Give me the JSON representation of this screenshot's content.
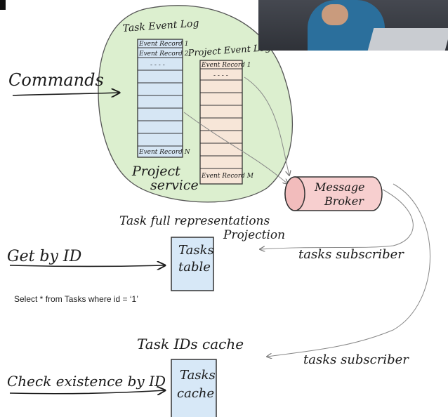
{
  "labels": {
    "task_event_log": "Task Event Log",
    "project_event_log": "Project Event Log",
    "commands": "Commands",
    "project_service_line1": "Project",
    "project_service_line2": "service",
    "message_broker_line1": "Message",
    "message_broker_line2": "Broker",
    "task_full_rep": "Task full representations",
    "projection": "Projection",
    "get_by_id": "Get by ID",
    "tasks_table_line1": "Tasks",
    "tasks_table_line2": "table",
    "tasks_subscriber_1": "tasks subscriber",
    "sql_query": "Select * from Tasks where id = ‘1’",
    "task_ids_cache": "Task IDs cache",
    "tasks_subscriber_2": "tasks subscriber",
    "check_existence": "Check existence by ID",
    "tasks_cache_line1": "Tasks",
    "tasks_cache_line2": "cache"
  },
  "task_log_rows": [
    "Event Record 1",
    "Event Record 2",
    "- - - -",
    "Event Record N"
  ],
  "project_log_rows": [
    "Event Record 1",
    "- - - -",
    "Event Record M"
  ],
  "colors": {
    "service_blob": "#dcefcf",
    "task_log_fill": "#d6e6f4",
    "project_log_fill": "#f7e6d8",
    "broker_fill": "#f7cfcf",
    "table_fill": "#d7e8f7"
  }
}
